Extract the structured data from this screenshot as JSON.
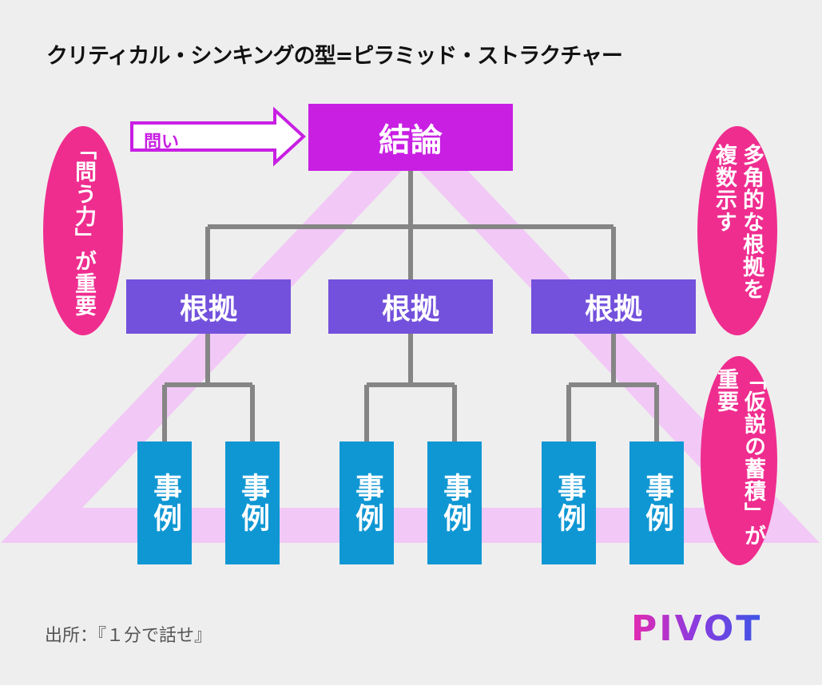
{
  "title": "クリティカル・シンキングの型=ピラミッド・ストラクチャー",
  "question_label": "問い",
  "conclusion": "結論",
  "grounds": [
    "根拠",
    "根拠",
    "根拠"
  ],
  "examples": [
    "事例",
    "事例",
    "事例",
    "事例",
    "事例",
    "事例"
  ],
  "callouts": {
    "left": "「問う力」が重要",
    "right_top": "多角的な根拠を複数示す",
    "right_bottom": "「仮説の蓄積」が重要"
  },
  "source": "出所：『１分で話せ』",
  "logo": "PIVOT",
  "colors": {
    "conclusion": "#c81fe3",
    "ground": "#7351dc",
    "example": "#0f97d4",
    "callout": "#ef2d8f",
    "connector": "#858585",
    "triangle": "#f1c8f6"
  }
}
